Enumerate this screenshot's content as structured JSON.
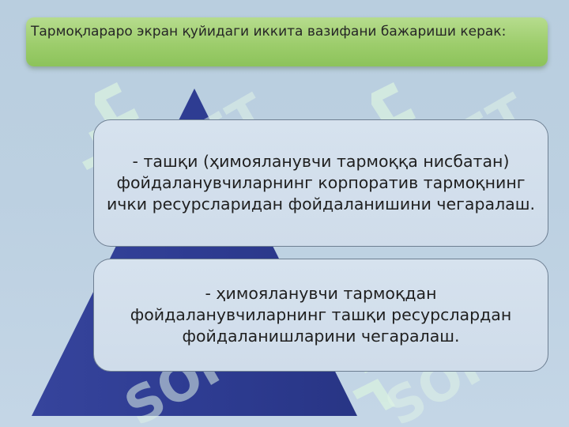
{
  "title": "Тармоқлараро экран қуйидаги иккита вазифани бажариши керак:",
  "items": [
    {
      "text": "- ташқи (ҳимояланувчи тармоққа нисбатан) фойдаланувчиларнинг корпоратив тармоқнинг ички ресурсларидан фойдаланишини чегаралаш."
    },
    {
      "text": "- ҳимояланувчи тармоқдан фойдаланувчиларнинг ташқи ресурслардан фойдаланишларини чегаралаш."
    }
  ],
  "watermark": {
    "text": "SOFT"
  },
  "colors": {
    "background": "#bcd0e1",
    "title_bar": "#9dcd6c",
    "pyramid": "#2f3d94",
    "textbox_fill": "#d3dfec",
    "textbox_border": "#6e7f92",
    "watermark": "#d8f0df"
  }
}
